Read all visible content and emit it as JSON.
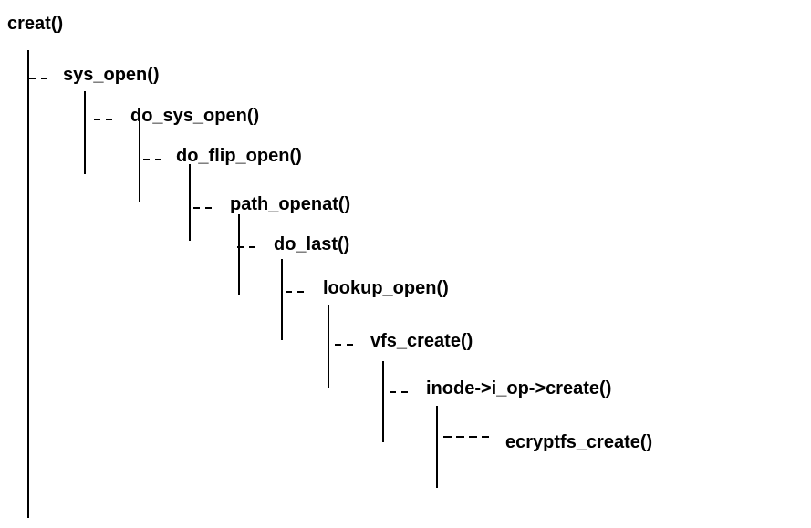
{
  "diagram": {
    "nodes": [
      {
        "id": "creat",
        "label": "creat()"
      },
      {
        "id": "sys_open",
        "label": "sys_open()",
        "parent": "creat"
      },
      {
        "id": "do_sys_open",
        "label": "do_sys_open()",
        "parent": "sys_open"
      },
      {
        "id": "do_flip_open",
        "label": "do_flip_open()",
        "parent": "do_sys_open"
      },
      {
        "id": "path_openat",
        "label": "path_openat()",
        "parent": "do_flip_open"
      },
      {
        "id": "do_last",
        "label": "do_last()",
        "parent": "path_openat"
      },
      {
        "id": "lookup_open",
        "label": "lookup_open()",
        "parent": "do_last"
      },
      {
        "id": "vfs_create",
        "label": "vfs_create()",
        "parent": "lookup_open"
      },
      {
        "id": "inode_create",
        "label": "inode->i_op->create()",
        "parent": "vfs_create"
      },
      {
        "id": "ecryptfs_create",
        "label": "ecryptfs_create()",
        "parent": "inode_create"
      }
    ]
  }
}
